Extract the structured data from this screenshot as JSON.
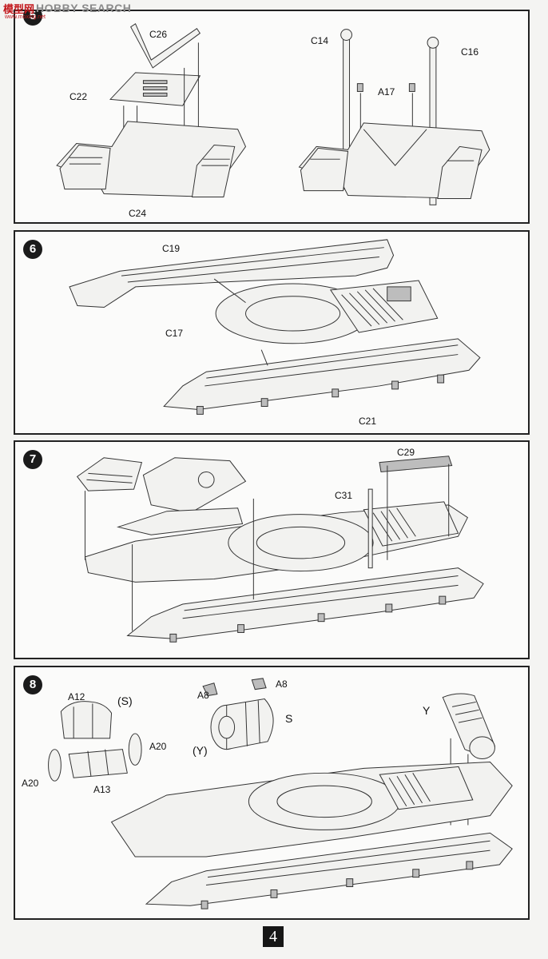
{
  "watermark": {
    "logo": "模型网",
    "site": "HOBBY SEARCH",
    "url": "www.moxing.net"
  },
  "steps": [
    {
      "number": "5",
      "parts": {
        "c26": "C26",
        "c22": "C22",
        "c24": "C24",
        "c14": "C14",
        "c16": "C16",
        "a17": "A17"
      }
    },
    {
      "number": "6",
      "parts": {
        "c19": "C19",
        "c17": "C17",
        "c21": "C21"
      }
    },
    {
      "number": "7",
      "parts": {
        "c29": "C29",
        "c31": "C31"
      }
    },
    {
      "number": "8",
      "parts": {
        "a12": "A12",
        "s_paren": "(S)",
        "a20_right": "A20",
        "a20_left": "A20",
        "a13": "A13",
        "a8_left": "A8",
        "a8_right": "A8",
        "s": "S",
        "y_paren": "(Y)",
        "y": "Y"
      }
    }
  ],
  "page_number": "4"
}
